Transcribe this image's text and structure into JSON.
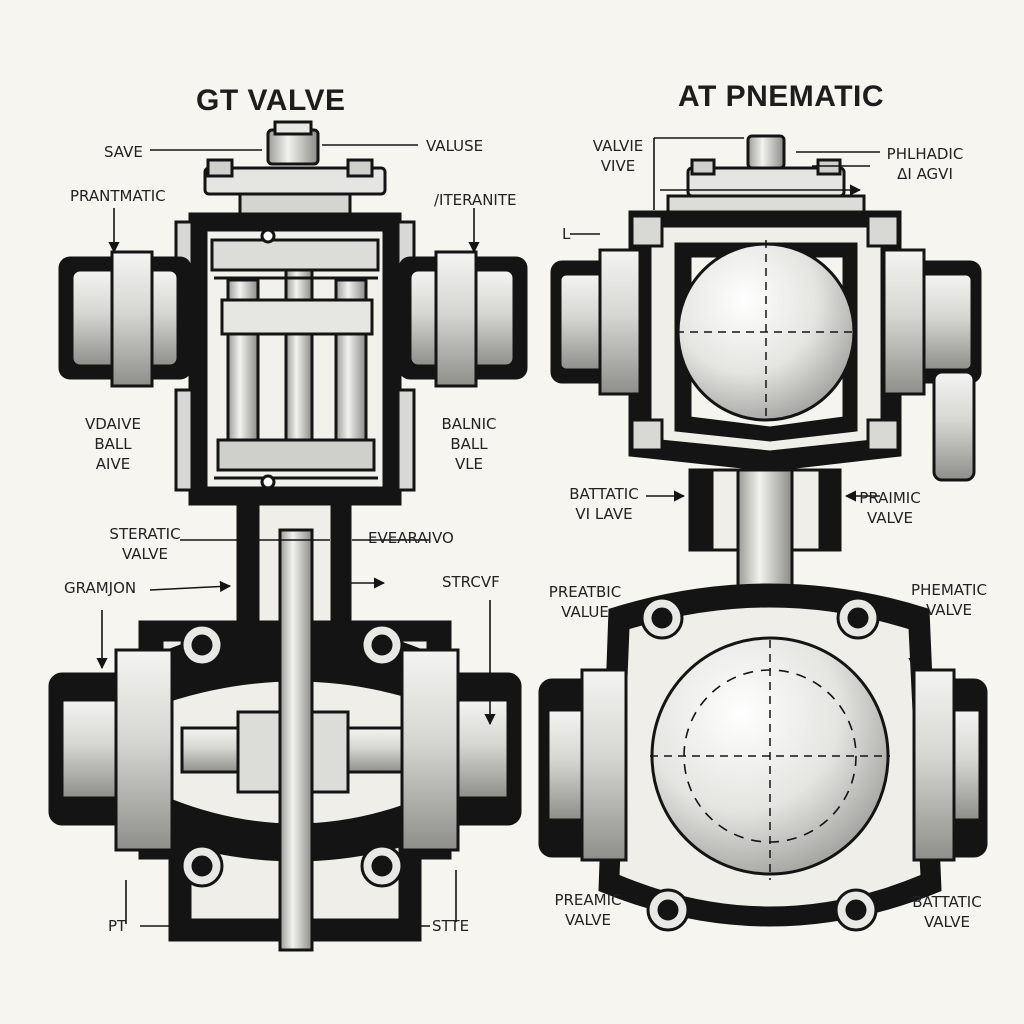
{
  "titles": {
    "left": "GT VALVE",
    "right": "AT PNEMATIC"
  },
  "labels_left": {
    "save": "SAVE",
    "valuse": "VALUSE",
    "prantmatic": "PRANTMATIC",
    "iterantite": "/ITERANITE",
    "vdaive_ball_aive": [
      "VDAIVE",
      "BALL",
      "AIVE"
    ],
    "balnic_ball_vle": [
      "BALNIC",
      "BALL",
      "VLE"
    ],
    "steratic_valve": [
      "STERATIC",
      "VALVE"
    ],
    "evearavo": "EVEARAIVO",
    "gramjon": "GRAMJON",
    "strcvf": "STRCVF",
    "pt": "PT",
    "stte": "STTE"
  },
  "labels_right": {
    "valvie_vive": [
      "VALVIE",
      "VIVE"
    ],
    "phlhadic": [
      "PHLHADIC",
      "ΔI AGVI"
    ],
    "l_mark": "L",
    "battatic_vi_lave": [
      "BATTATIC",
      "VI LAVE"
    ],
    "praimic_valve": [
      "PRAIMIC",
      "VALVE"
    ],
    "preatbic_value": [
      "PREATBIC",
      "VALUE"
    ],
    "phematic_valve": [
      "PHEMATIC",
      "VALVE"
    ],
    "preamic_valve": [
      "PREAMIC",
      "VALVE"
    ],
    "battatic_valve": [
      "BATTATIC",
      "VALVE"
    ]
  },
  "colors": {
    "ink": "#141414",
    "paper": "#f6f5f0",
    "metal": "#d9d9d6",
    "metal_light": "#ecebe7",
    "shadow": "#9a9a96"
  }
}
